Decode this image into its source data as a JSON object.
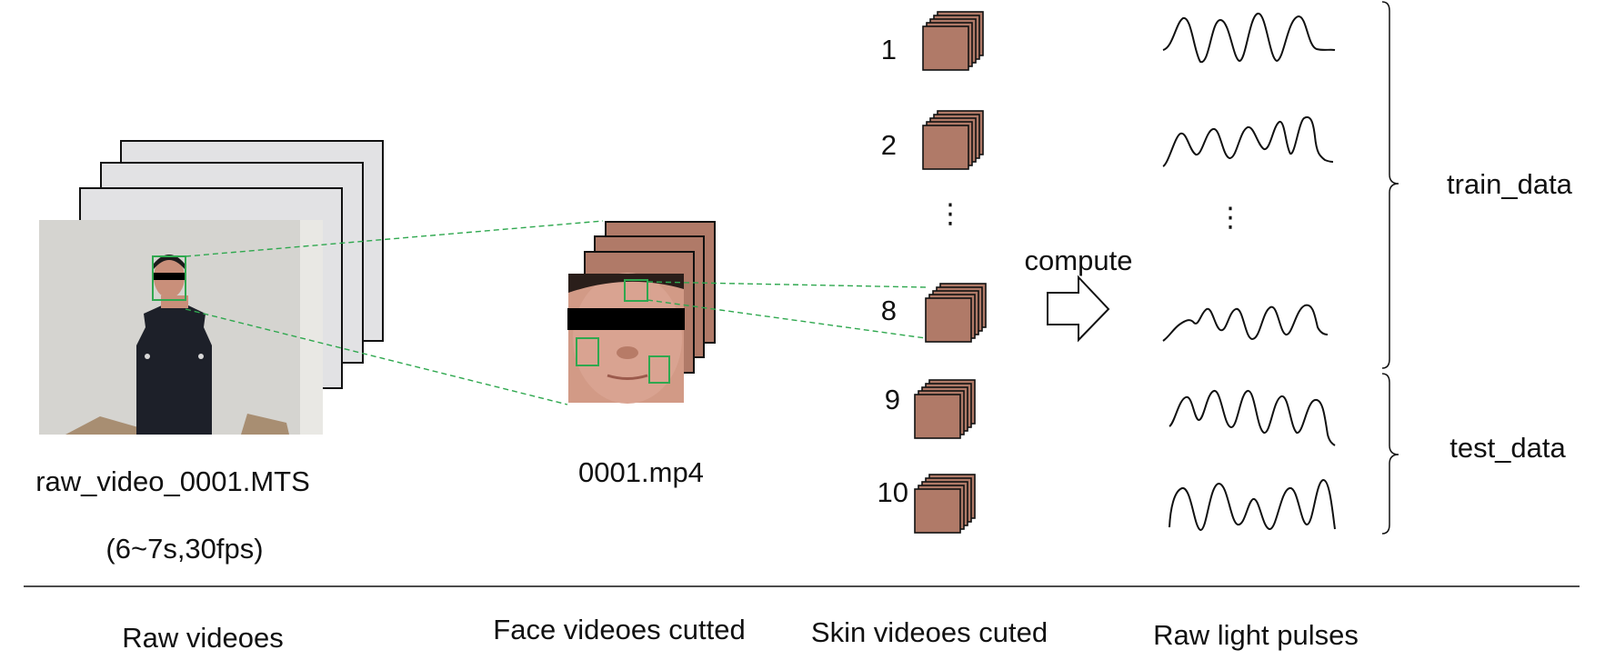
{
  "colors": {
    "frame_gray": "#e2e2e4",
    "skin_block": "#b07a68",
    "roi_green": "#2fa84f",
    "line": "#111111",
    "wall": "#d9d8d4",
    "uniform": "#1d2029",
    "face_skin": "#d29a86"
  },
  "raw_video": {
    "filename": "raw_video_0001.MTS",
    "spec": "(6~7s,30fps)"
  },
  "face_video": {
    "filename": "0001.mp4"
  },
  "skin_videos": {
    "labels": [
      "1",
      "2",
      "⋮",
      "8",
      "9",
      "10"
    ]
  },
  "pulses": {
    "ellipsis": "⋮"
  },
  "compute_label": "compute",
  "groups": {
    "train": "train_data",
    "test": "test_data"
  },
  "captions": {
    "raw": "Raw videoes",
    "face": "Face videoes cutted",
    "skin": "Skin videoes cuted",
    "pulse": "Raw light pulses"
  }
}
